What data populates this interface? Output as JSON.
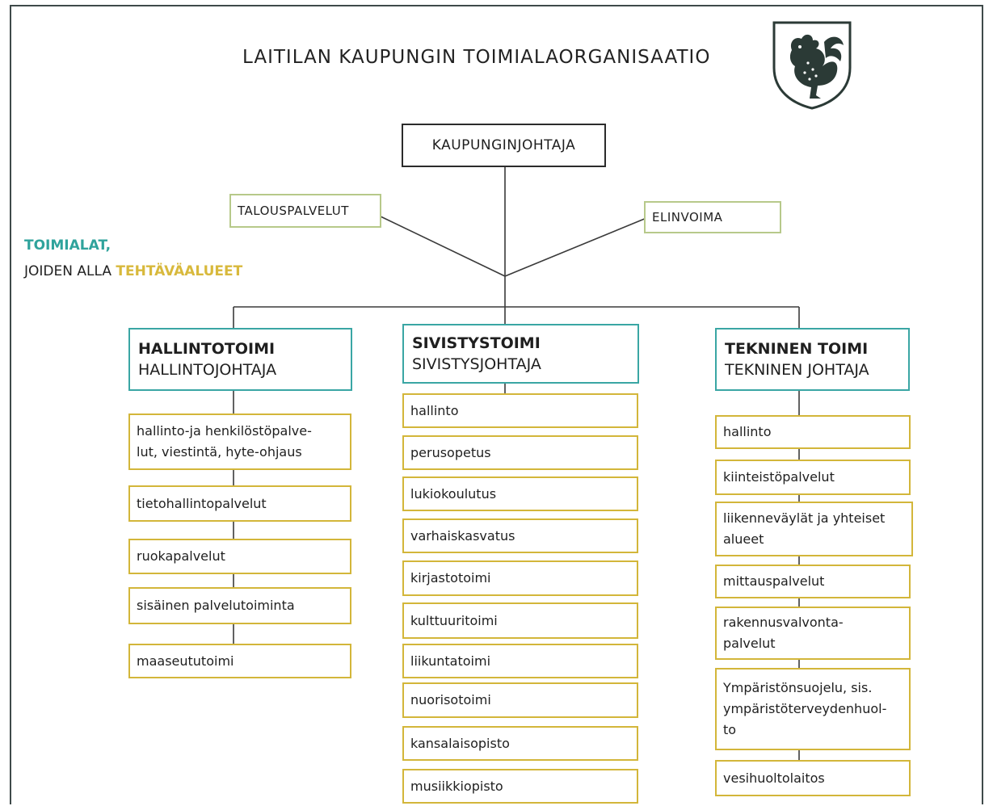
{
  "title": "LAITILAN KAUPUNGIN TOIMIALAORGANISAATIO",
  "top": "KAUPUNGINJOHTAJA",
  "staff": {
    "left": "TALOUSPALVELUT",
    "right": "ELINVOIMA"
  },
  "legend": {
    "line1": "TOIMIALAT,",
    "line2_prefix": "JOIDEN ALLA ",
    "line2_highlight": "TEHTÄVÄALUEET"
  },
  "colors": {
    "division": "#3aa6a4",
    "unit": "#d3b63a",
    "staff": "#b7c98a",
    "frame": "#3f4a4a"
  },
  "divisions": [
    {
      "name": "HALLINTOTOIMI",
      "head": "HALLINTOJOHTAJA",
      "units": [
        [
          "hallinto-ja henkilöstöpalve-",
          "lut, viestintä, hyte-ohjaus"
        ],
        [
          "tietohallintopalvelut"
        ],
        [
          "ruokapalvelut"
        ],
        [
          "sisäinen palvelutoiminta"
        ],
        [
          "maaseututoimi"
        ]
      ]
    },
    {
      "name": "SIVISTYSTOIMI",
      "head": "SIVISTYSJOHTAJA",
      "units": [
        [
          "hallinto"
        ],
        [
          "perusopetus"
        ],
        [
          "lukiokoulutus"
        ],
        [
          "varhaiskasvatus"
        ],
        [
          "kirjastotoimi"
        ],
        [
          "kulttuuritoimi"
        ],
        [
          "liikuntatoimi"
        ],
        [
          "nuorisotoimi"
        ],
        [
          "kansalaisopisto"
        ],
        [
          "musiikkiopisto"
        ]
      ]
    },
    {
      "name": "TEKNINEN TOIMI",
      "head": "TEKNINEN JOHTAJA",
      "units": [
        [
          "hallinto"
        ],
        [
          "kiinteistöpalvelut"
        ],
        [
          "liikenneväylät ja yhteiset",
          "alueet"
        ],
        [
          "mittauspalvelut"
        ],
        [
          "rakennusvalvonta-",
          "palvelut"
        ],
        [
          "Ympäristönsuojelu, sis.",
          "ympäristöterveydenhuol-",
          "to"
        ],
        [
          "vesihuoltolaitos"
        ]
      ]
    }
  ]
}
